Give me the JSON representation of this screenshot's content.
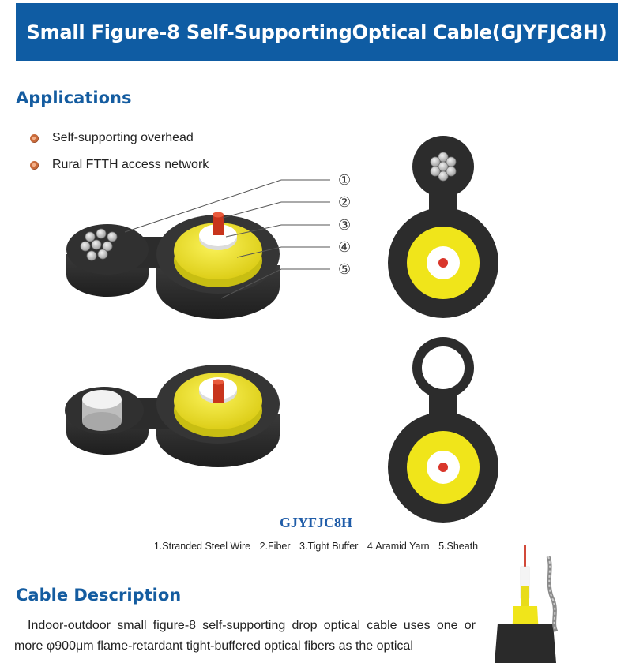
{
  "header": {
    "title": "Small Figure-8 Self-SupportingOptical Cable(GJYFJC8H)"
  },
  "applications": {
    "title": "Applications",
    "items": [
      "Self-supporting overhead",
      "Rural FTTH access network"
    ]
  },
  "callouts": [
    "①",
    "②",
    "③",
    "④",
    "⑤"
  ],
  "figure": {
    "model": "GJYFJC8H",
    "legend": [
      "1.Stranded Steel Wire",
      "2.Fiber",
      "3.Tight Buffer",
      "4.Aramid Yarn",
      "5.Sheath"
    ]
  },
  "description": {
    "title": "Cable Description",
    "text": "Indoor-outdoor small figure-8 self-supporting drop optical cable uses one or more φ900μm flame-retardant tight-buffered optical fibers as the optical"
  },
  "colors": {
    "banner": "#0f5ca3",
    "heading": "#145ca0",
    "sheath": "#2f2f2f",
    "aramid": "#f0e51a",
    "fiber": "#d9362b",
    "model_text": "#1f5ca8"
  }
}
